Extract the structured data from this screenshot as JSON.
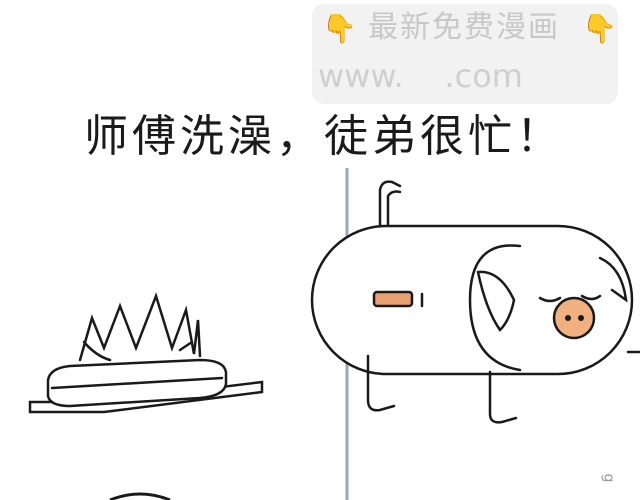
{
  "caption": "师傅洗澡，徒弟很忙！",
  "watermark": {
    "title": "最新免费漫画",
    "url": "www.    .com",
    "icon": "pointing-down-hand-icon"
  },
  "side_text": "g",
  "colors": {
    "ink": "#1a1a1a",
    "wall_line": "#9aa8bc",
    "heater_panel": "#e8a070",
    "snout": "#f0b080"
  }
}
